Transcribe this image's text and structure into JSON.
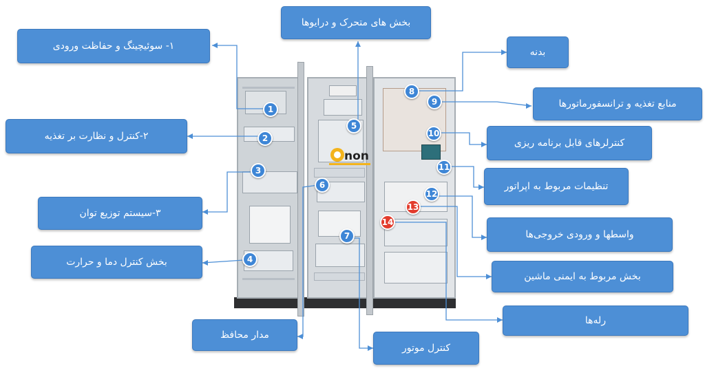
{
  "labels": {
    "drives": "بخش های متحرک و درایوها",
    "switching": "۱- سوئیچینگ و حفاظت ورودی",
    "body": "بدنه",
    "power_supply": "منابع تغذیه و ترانسفورماتورها",
    "supply_control": "۲-کنترل و نظارت بر تغذیه",
    "plc": "کنترلرهای قابل برنامه ریزی",
    "operator": "تنظیمات مربوط به اپراتور",
    "distribution": "۳-سیستم توزیع توان",
    "io": "واسطها و ورودی خروجی‌ها",
    "thermal": "بخش کنترل دما و حرارت",
    "safety": "بخش مربوط به ایمنی ماشین",
    "relays": "رله‌ها",
    "ground": "مدار محافظ",
    "motor": "کنترل موتور"
  },
  "badges": [
    "1",
    "2",
    "3",
    "4",
    "5",
    "6",
    "7",
    "8",
    "9",
    "10",
    "11",
    "12",
    "13",
    "14"
  ],
  "colors": {
    "label_bg": "#4d8fd6",
    "badge_blue": "#3e86d6",
    "badge_red": "#e23b2c"
  }
}
